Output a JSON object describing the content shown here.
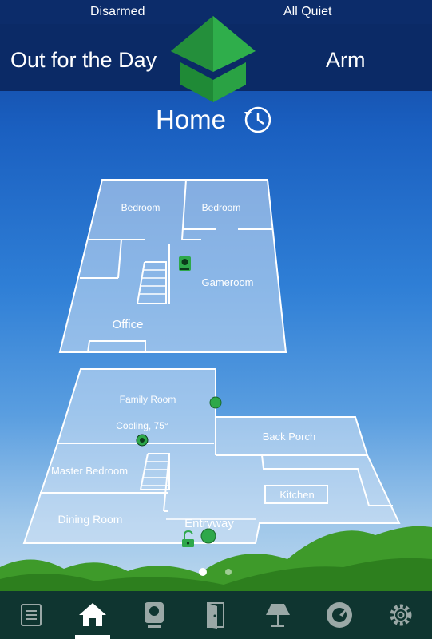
{
  "status": {
    "arm_state": "Disarmed",
    "sensor_state": "All Quiet"
  },
  "header": {
    "mode": "Out for the Day",
    "arm_label": "Arm"
  },
  "page": {
    "title": "Home"
  },
  "upper_floor": {
    "rooms": {
      "bedroom_1": "Bedroom",
      "bedroom_2": "Bedroom",
      "gameroom": "Gameroom",
      "office": "Office"
    }
  },
  "lower_floor": {
    "rooms": {
      "family_room": "Family Room",
      "back_porch": "Back Porch",
      "master_bedroom": "Master Bedroom",
      "kitchen": "Kitchen",
      "dining_room": "Dining Room",
      "entryway": "Entryway"
    },
    "thermostat_status": "Cooling, 75°"
  },
  "pager": {
    "pages": 2,
    "active": 1
  },
  "tabs": [
    "list",
    "home",
    "camera",
    "door",
    "lamp",
    "thermostat",
    "settings"
  ],
  "colors": {
    "header_bg": "#0b2a66",
    "status_bg": "#0c2c6a",
    "logo_green": "#2ea84a",
    "device_green": "#3bb34d",
    "tab_bg": "#0f3530"
  }
}
